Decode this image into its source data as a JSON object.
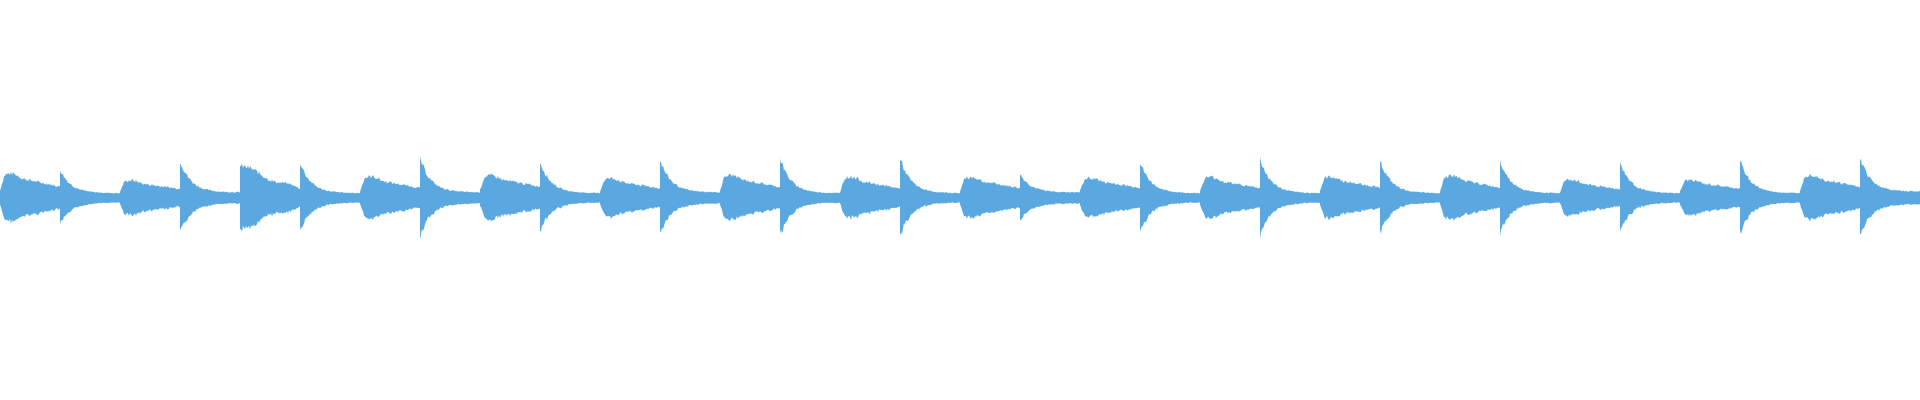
{
  "waveform": {
    "color": "#5ba8e0",
    "background": "#ffffff",
    "beat_count": 32,
    "beats": [
      {
        "shape": "hump",
        "peak": 0.78,
        "tail": 0.18
      },
      {
        "shape": "decay",
        "peak": 0.72,
        "tail": 0.12
      },
      {
        "shape": "hump",
        "peak": 0.55,
        "tail": 0.16
      },
      {
        "shape": "decay",
        "peak": 0.95,
        "tail": 0.14
      },
      {
        "shape": "ramp",
        "peak": 0.7,
        "tail": 0.2
      },
      {
        "shape": "decay",
        "peak": 0.9,
        "tail": 0.12
      },
      {
        "shape": "hump",
        "peak": 0.68,
        "tail": 0.16
      },
      {
        "shape": "decay",
        "peak": 1.0,
        "tail": 0.14
      },
      {
        "shape": "hump",
        "peak": 0.7,
        "tail": 0.2
      },
      {
        "shape": "decay",
        "peak": 0.92,
        "tail": 0.12
      },
      {
        "shape": "hump",
        "peak": 0.62,
        "tail": 0.16
      },
      {
        "shape": "decay",
        "peak": 0.96,
        "tail": 0.14
      },
      {
        "shape": "hump",
        "peak": 0.72,
        "tail": 0.18
      },
      {
        "shape": "decay",
        "peak": 1.0,
        "tail": 0.12
      },
      {
        "shape": "hump",
        "peak": 0.68,
        "tail": 0.14
      },
      {
        "shape": "decay",
        "peak": 1.0,
        "tail": 0.12
      },
      {
        "shape": "hump",
        "peak": 0.66,
        "tail": 0.16
      },
      {
        "shape": "decay",
        "peak": 0.6,
        "tail": 0.14
      },
      {
        "shape": "hump",
        "peak": 0.62,
        "tail": 0.18
      },
      {
        "shape": "decay",
        "peak": 0.9,
        "tail": 0.12
      },
      {
        "shape": "hump",
        "peak": 0.66,
        "tail": 0.16
      },
      {
        "shape": "decay",
        "peak": 0.98,
        "tail": 0.12
      },
      {
        "shape": "hump",
        "peak": 0.66,
        "tail": 0.18
      },
      {
        "shape": "decay",
        "peak": 0.95,
        "tail": 0.12
      },
      {
        "shape": "hump",
        "peak": 0.72,
        "tail": 0.16
      },
      {
        "shape": "decay",
        "peak": 0.96,
        "tail": 0.12
      },
      {
        "shape": "hump",
        "peak": 0.58,
        "tail": 0.14
      },
      {
        "shape": "decay",
        "peak": 0.9,
        "tail": 0.12
      },
      {
        "shape": "hump",
        "peak": 0.56,
        "tail": 0.16
      },
      {
        "shape": "decay",
        "peak": 0.94,
        "tail": 0.12
      },
      {
        "shape": "hump",
        "peak": 0.74,
        "tail": 0.18
      },
      {
        "shape": "decay",
        "peak": 1.0,
        "tail": 0.16
      }
    ]
  }
}
